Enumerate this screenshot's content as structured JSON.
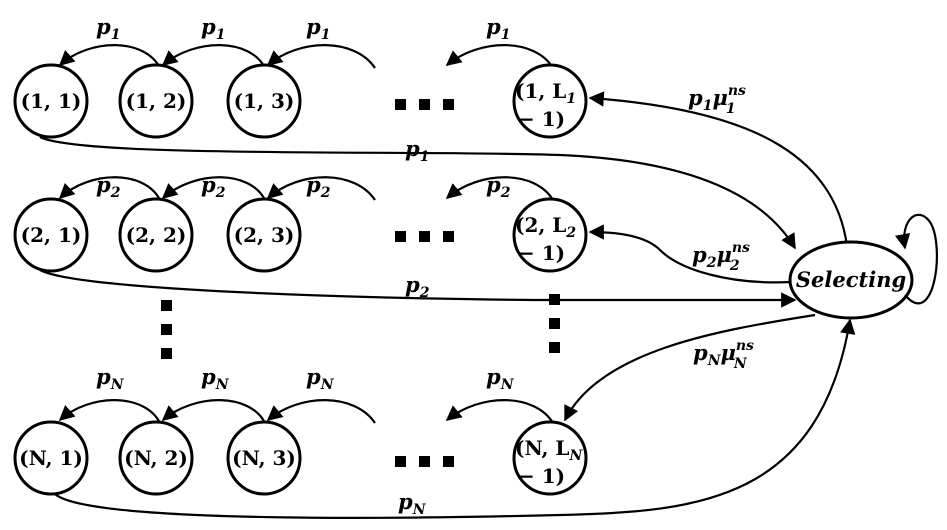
{
  "rows": [
    {
      "states": [
        {
          "label": "(1, 1)"
        },
        {
          "label": "(1, 2)"
        },
        {
          "label": "(1, 3)"
        },
        {
          "line1": "(1, L",
          "sub1": "1",
          "line2": "− 1)"
        }
      ],
      "arc_labels": [
        {
          "main": "p",
          "sub": "1"
        },
        {
          "main": "p",
          "sub": "1"
        },
        {
          "main": "p",
          "sub": "1"
        },
        {
          "main": "p",
          "sub": "1"
        }
      ],
      "return_label": {
        "main": "p",
        "sub": "1"
      },
      "select_label": {
        "main": "p",
        "sub": "1",
        "mu": "μ",
        "mu_sup": "ns",
        "mu_sub": "1"
      }
    },
    {
      "states": [
        {
          "label": "(2, 1)"
        },
        {
          "label": "(2, 2)"
        },
        {
          "label": "(2, 3)"
        },
        {
          "line1": "(2, L",
          "sub1": "2",
          "line2": "− 1)"
        }
      ],
      "arc_labels": [
        {
          "main": "p",
          "sub": "2"
        },
        {
          "main": "p",
          "sub": "2"
        },
        {
          "main": "p",
          "sub": "2"
        },
        {
          "main": "p",
          "sub": "2"
        }
      ],
      "return_label": {
        "main": "p",
        "sub": "2"
      },
      "select_label": {
        "main": "p",
        "sub": "2",
        "mu": "μ",
        "mu_sup": "ns",
        "mu_sub": "2"
      }
    },
    {
      "states": [
        {
          "label": "(N, 1)"
        },
        {
          "label": "(N, 2)"
        },
        {
          "label": "(N, 3)"
        },
        {
          "line1": "(N, L",
          "sub1": "N",
          "line2": "− 1)"
        }
      ],
      "arc_labels": [
        {
          "main": "p",
          "sub": "N"
        },
        {
          "main": "p",
          "sub": "N"
        },
        {
          "main": "p",
          "sub": "N"
        },
        {
          "main": "p",
          "sub": "N"
        }
      ],
      "return_label": {
        "main": "p",
        "sub": "N"
      },
      "select_label": {
        "main": "p",
        "sub": "N",
        "mu": "μ",
        "mu_sup": "ns",
        "mu_sub": "N"
      }
    }
  ],
  "selecting": {
    "label": "Selecting"
  }
}
